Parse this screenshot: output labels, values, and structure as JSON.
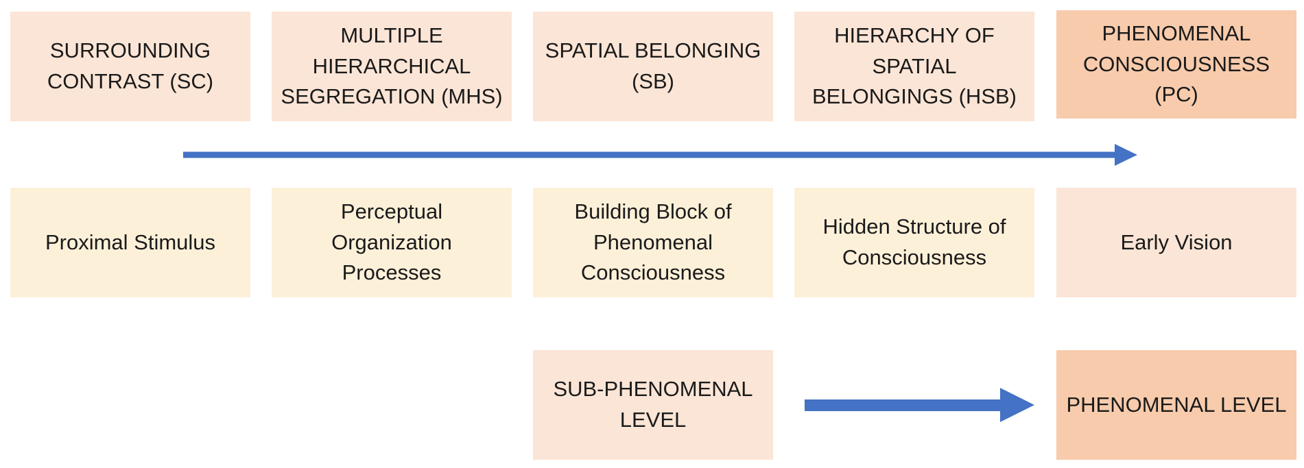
{
  "concepts": [
    {
      "label": "SURROUNDING\nCONTRAST (SC)"
    },
    {
      "label": "MULTIPLE\nHIERARCHICAL\nSEGREGATION (MHS)"
    },
    {
      "label": "SPATIAL BELONGING\n(SB)"
    },
    {
      "label": "HIERARCHY OF\nSPATIAL\nBELONGINGS (HSB)"
    },
    {
      "label": "PHENOMENAL\nCONSCIOUSNESS\n(PC)"
    }
  ],
  "descriptions": [
    {
      "label": "Proximal Stimulus"
    },
    {
      "label": "Perceptual\nOrganization\nProcesses"
    },
    {
      "label": "Building Block of\nPhenomenal\nConsciousness"
    },
    {
      "label": "Hidden Structure of\nConsciousness"
    },
    {
      "label": "Early Vision"
    }
  ],
  "levels": {
    "sub_phenomenal": "SUB-PHENOMENAL\nLEVEL",
    "phenomenal": "PHENOMENAL LEVEL"
  },
  "colors": {
    "light_peach": "#fbe5d6",
    "strong_peach": "#f7cbac",
    "cream": "#fdf0d9",
    "arrow_blue": "#4472c4"
  }
}
